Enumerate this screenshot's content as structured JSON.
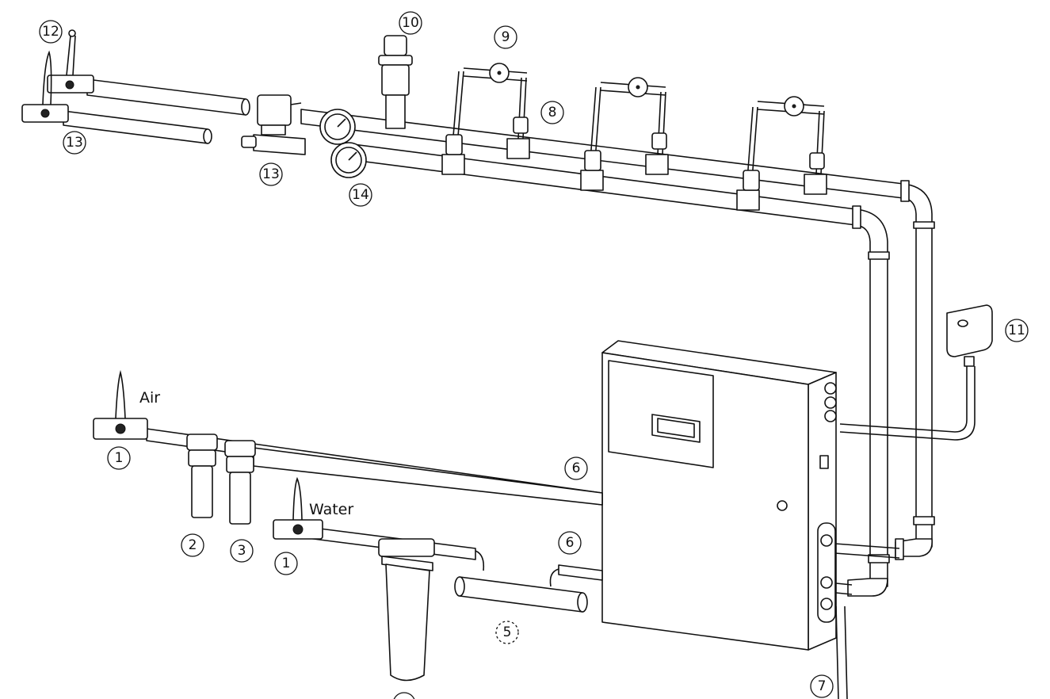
{
  "diagram": {
    "labels": {
      "air": "Air",
      "water": "Water"
    },
    "callouts": {
      "c12": "12",
      "c10": "10",
      "c9": "9",
      "c8": "8",
      "c13a": "13",
      "c13b": "13",
      "c14": "14",
      "c11": "11",
      "c1a": "1",
      "c2": "2",
      "c3": "3",
      "c1b": "1",
      "c6a": "6",
      "c6b": "6",
      "c5": "5",
      "c7": "7"
    }
  }
}
